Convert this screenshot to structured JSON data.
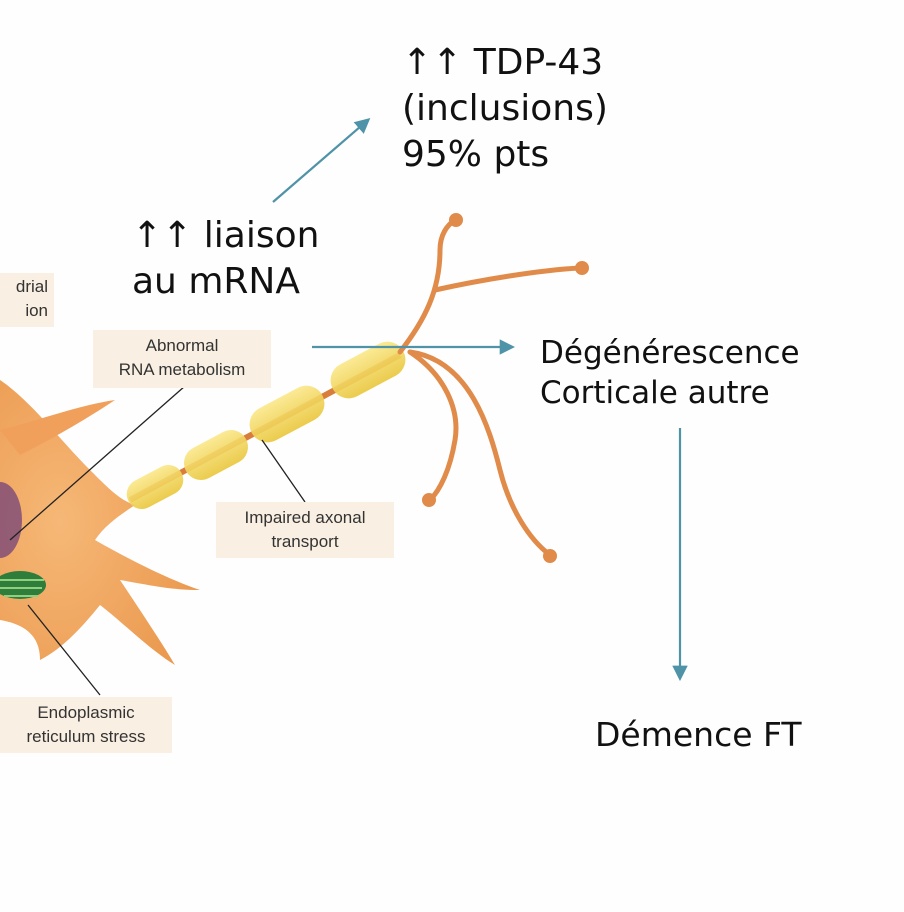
{
  "annotations": {
    "tdp_line1": "↑↑ TDP-43",
    "tdp_line2": "(inclusions)",
    "tdp_line3": "95% pts",
    "liaison_line1": "↑↑ liaison",
    "liaison_line2": "au mRNA",
    "degen_line1": "Dégénérescence",
    "degen_line2": "Corticale autre",
    "demence": "Démence FT"
  },
  "labels": {
    "mito_line1": "drial",
    "mito_line2": "ion",
    "rna_line1": "Abnormal",
    "rna_line2": "RNA metabolism",
    "axonal_line1": "Impaired axonal",
    "axonal_line2": "transport",
    "er_line1": "Endoplasmic",
    "er_line2": "reticulum stress"
  },
  "colors": {
    "arrow": "#4f93a8",
    "cell_body": "#f2a560",
    "myelin": "#f3d655",
    "er_green": "#2e7d3a",
    "nucleus": "#6b3a7a"
  }
}
